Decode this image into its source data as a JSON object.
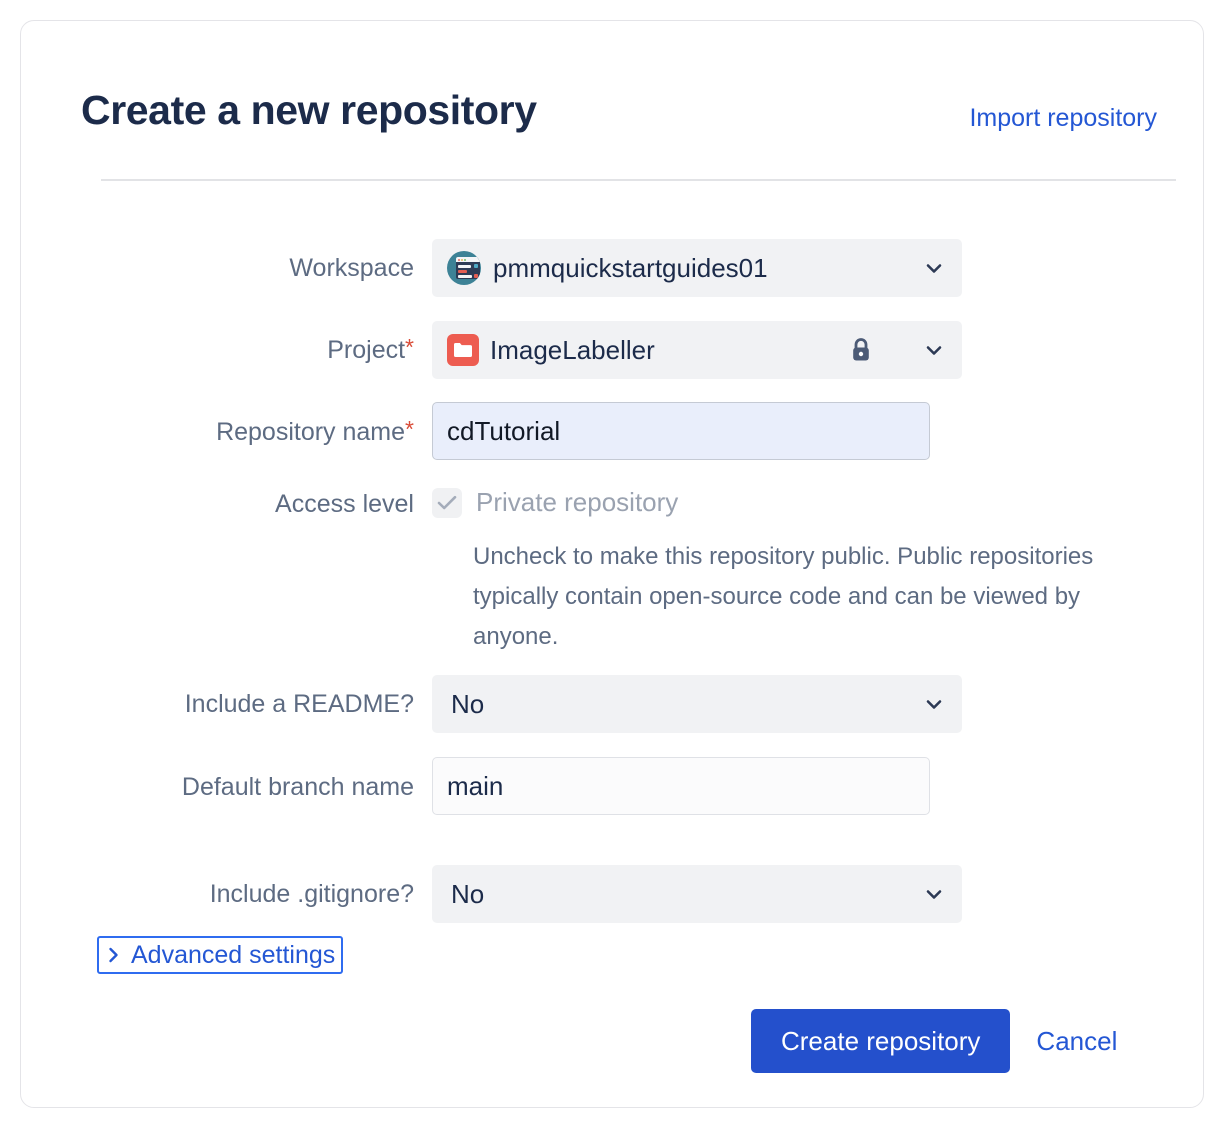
{
  "card": {
    "title": "Create a new repository",
    "import_link": "Import repository"
  },
  "form": {
    "workspace": {
      "label": "Workspace",
      "value": "pmmquickstartguides01",
      "icon": "workspace-avatar-icon",
      "chevron": "chevron-down-icon"
    },
    "project": {
      "label": "Project",
      "required_mark": "*",
      "value": "ImageLabeller",
      "icon": "project-folder-icon",
      "lock": "lock-icon",
      "chevron": "chevron-down-icon"
    },
    "repository_name": {
      "label": "Repository name",
      "required_mark": "*",
      "value": "cdTutorial",
      "placeholder": ""
    },
    "access_level": {
      "label": "Access level",
      "checkbox_label": "Private repository",
      "checked": true,
      "disabled": true,
      "helper_text": "Uncheck to make this repository public. Public repositories typically contain open-source code and can be viewed by anyone."
    },
    "include_readme": {
      "label": "Include a README?",
      "value": "No",
      "chevron": "chevron-down-icon"
    },
    "default_branch": {
      "label": "Default branch name",
      "value": "main",
      "placeholder": ""
    },
    "include_gitignore": {
      "label": "Include .gitignore?",
      "value": "No",
      "chevron": "chevron-down-icon"
    },
    "advanced_settings": {
      "label": "Advanced settings",
      "chevron": "chevron-right-icon",
      "expanded": false
    }
  },
  "actions": {
    "primary_label": "Create repository",
    "cancel_label": "Cancel"
  },
  "colors": {
    "link": "#2457d4",
    "primary_button": "#2450cc",
    "title": "#1c2b4a",
    "label": "#5d6b82",
    "required": "#d94c38",
    "focus_outline": "#2f6cf0",
    "field_bg": "#f1f2f4",
    "focused_field_bg": "#e9eefb",
    "project_icon": "#ed5c50",
    "workspace_avatar": "#3d8296"
  }
}
